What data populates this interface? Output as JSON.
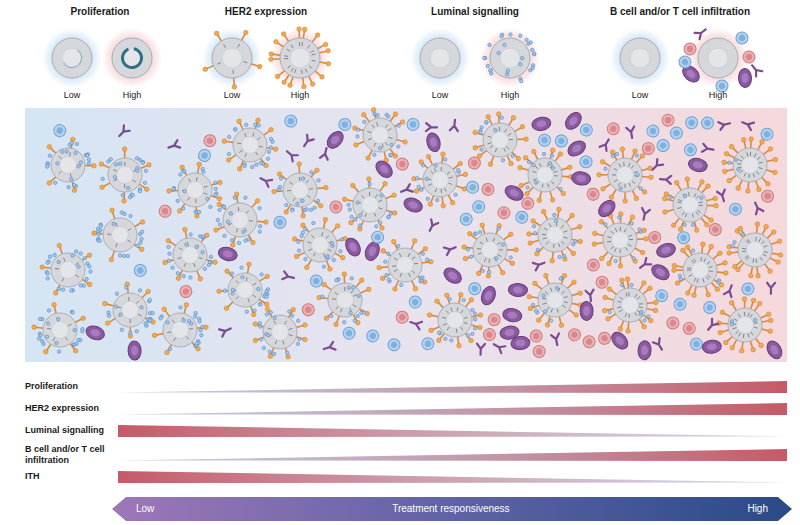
{
  "diagram": {
    "nodes": [
      {
        "text": [
          "Low",
          "Treatment responsiveness",
          "High"
        ]
      }
    ],
    "labels": [
      "Proliferation",
      "Low",
      "High",
      "HER2 expression",
      "Low",
      "High",
      "Luminal signalling",
      "Low",
      "High",
      "B cell and/or T cell infiltration",
      "Low",
      "High",
      "Proliferation",
      "HER2 expression",
      "Luminal signalling",
      "B cell and/or T cell infiltration",
      "ITH"
    ]
  }
}
